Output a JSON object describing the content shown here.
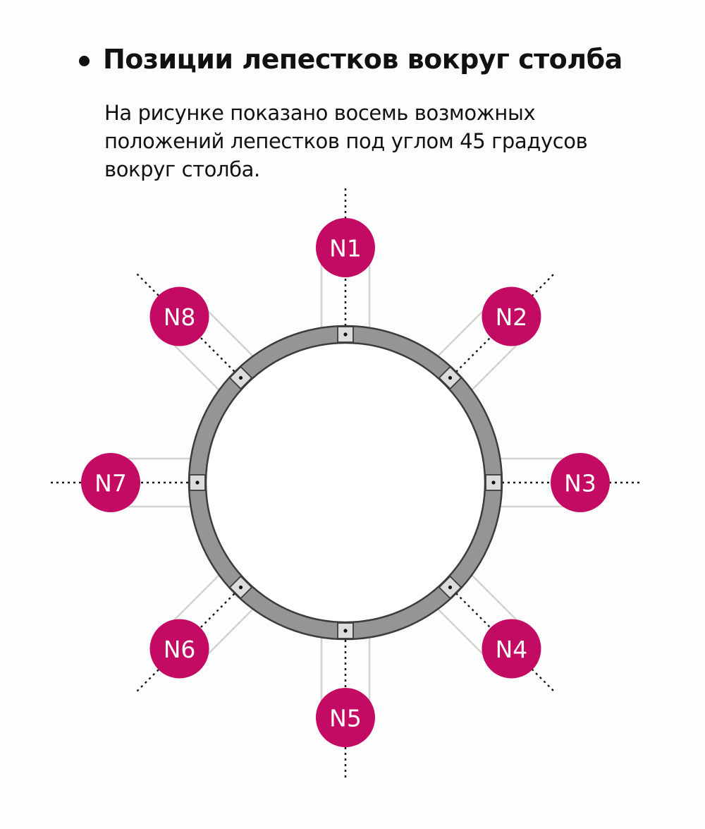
{
  "heading": {
    "title": "Позиции лепестков вокруг столба"
  },
  "description": {
    "lines": [
      "На рисунке показано восемь возможных",
      "положений лепестков под углом 45 градусов",
      "вокруг столба."
    ]
  },
  "diagram": {
    "angle_step_degrees": 45,
    "positions": [
      {
        "label": "N1",
        "angle_degrees": 0
      },
      {
        "label": "N2",
        "angle_degrees": 45
      },
      {
        "label": "N3",
        "angle_degrees": 90
      },
      {
        "label": "N4",
        "angle_degrees": 135
      },
      {
        "label": "N5",
        "angle_degrees": 180
      },
      {
        "label": "N6",
        "angle_degrees": 225
      },
      {
        "label": "N7",
        "angle_degrees": 270
      },
      {
        "label": "N8",
        "angle_degrees": 315
      }
    ],
    "colors": {
      "marker": "#c40b63",
      "pole_ring": "#959595",
      "pole_outline": "#3c3c3c",
      "petal": "#d2d2d2",
      "axis": "#111111"
    }
  }
}
